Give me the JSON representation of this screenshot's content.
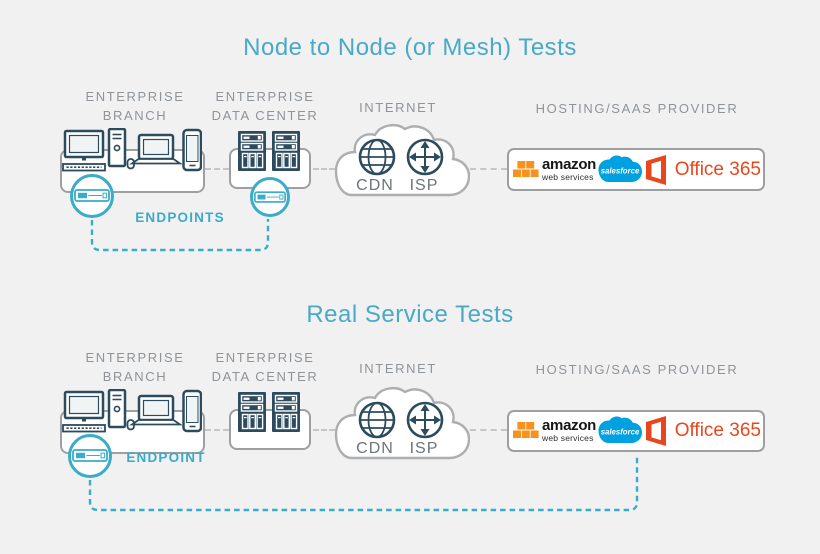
{
  "colors": {
    "background": "#f1f1f2",
    "title_teal": "#4aa9c7",
    "endpoint_teal": "#3aabc8",
    "header_gray": "#8f9499",
    "icon_navy": "#2d4b5e",
    "box_border": "#9d9fa2",
    "connector_gray": "#c5c6c7",
    "aws_orange": "#f6921e",
    "salesforce_blue": "#00a1e0",
    "office_orange": "#e8471d"
  },
  "icons": {
    "desktop": "desktop-computer-icon",
    "tower": "pc-tower-icon",
    "laptop": "laptop-icon",
    "phone": "smartphone-icon",
    "server": "server-rack-icon",
    "appliance": "endpoint-agent-icon",
    "globe": "globe-cdn-icon",
    "router": "router-isp-icon",
    "cloud": "internet-cloud-icon",
    "aws_cubes": "aws-cubes-icon",
    "salesforce_cloud": "salesforce-cloud-icon",
    "office_book": "office-book-icon"
  },
  "sections": [
    {
      "title": "Node to Node (or Mesh) Tests",
      "headers": {
        "branch": "ENTERPRISE BRANCH",
        "datacenter": "ENTERPRISE DATA CENTER",
        "internet": "INTERNET",
        "provider": "HOSTING/SAAS PROVIDER"
      },
      "cloud": {
        "cdn": "CDN",
        "isp": "ISP"
      },
      "endpoint_label": "ENDPOINTS",
      "providers": {
        "aws_name": "amazon",
        "aws_sub": "web services",
        "salesforce": "salesforce",
        "office": "Office 365"
      }
    },
    {
      "title": "Real Service Tests",
      "headers": {
        "branch": "ENTERPRISE BRANCH",
        "datacenter": "ENTERPRISE DATA CENTER",
        "internet": "INTERNET",
        "provider": "HOSTING/SAAS PROVIDER"
      },
      "cloud": {
        "cdn": "CDN",
        "isp": "ISP"
      },
      "endpoint_label": "ENDPOINT",
      "providers": {
        "aws_name": "amazon",
        "aws_sub": "web services",
        "salesforce": "salesforce",
        "office": "Office 365"
      }
    }
  ]
}
